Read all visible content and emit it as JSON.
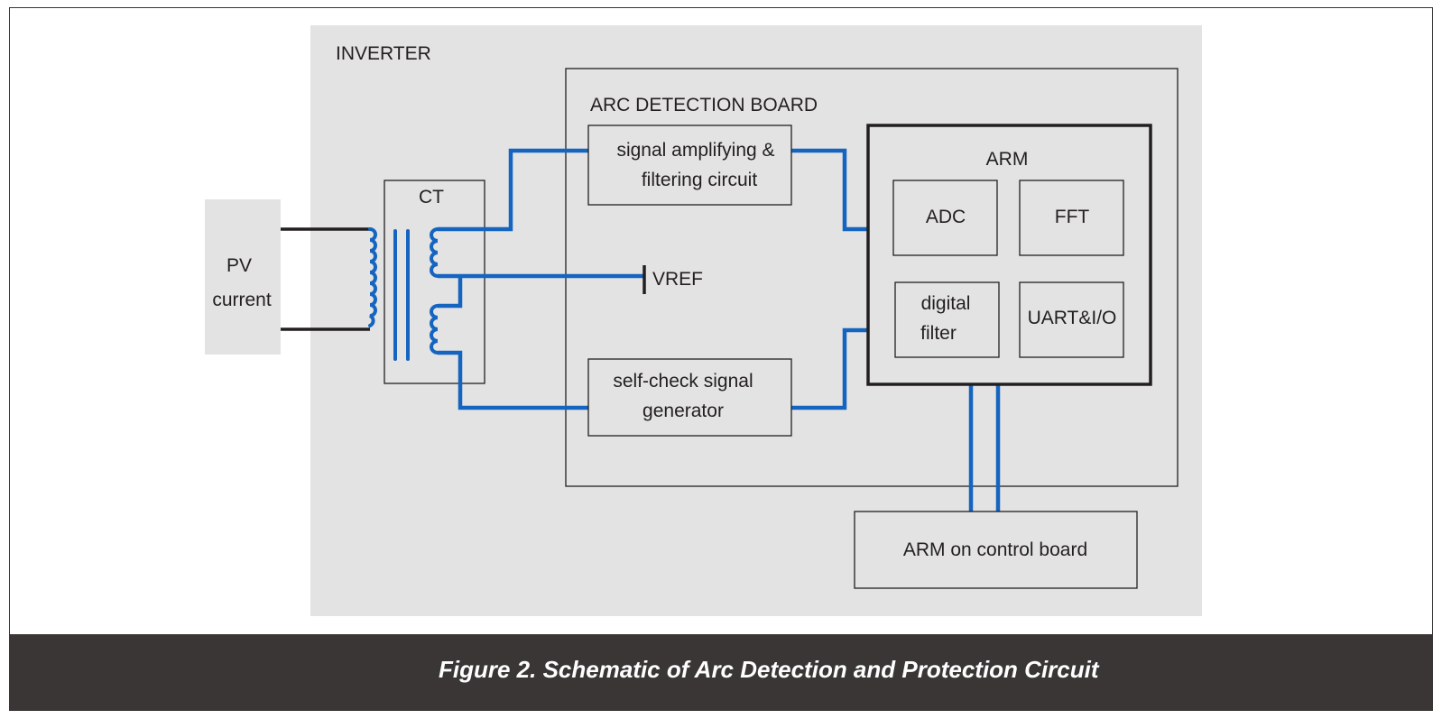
{
  "diagram": {
    "inverter_label": "INVERTER",
    "arc_board_label": "ARC DETECTION BOARD",
    "pv_label_line1": "PV",
    "pv_label_line2": "current",
    "ct_label": "CT",
    "vref_label": "VREF",
    "amp_label_line1": "signal amplifying &",
    "amp_label_line2": "filtering circuit",
    "selfcheck_label_line1": "self-check signal",
    "selfcheck_label_line2": "generator",
    "arm_label": "ARM",
    "adc_label": "ADC",
    "fft_label": "FFT",
    "digital_filter_line1": "digital",
    "digital_filter_line2": "filter",
    "uart_label": "UART&I/O",
    "arm_control_label": "ARM on control board"
  },
  "caption": "Figure 2. Schematic of Arc Detection and Protection Circuit",
  "colors": {
    "inverter_fill": "#e3e3e3",
    "signal_wire": "#1565c0",
    "outline": "#231f20",
    "caption_bar": "#3a3636",
    "caption_text": "#ffffff"
  }
}
